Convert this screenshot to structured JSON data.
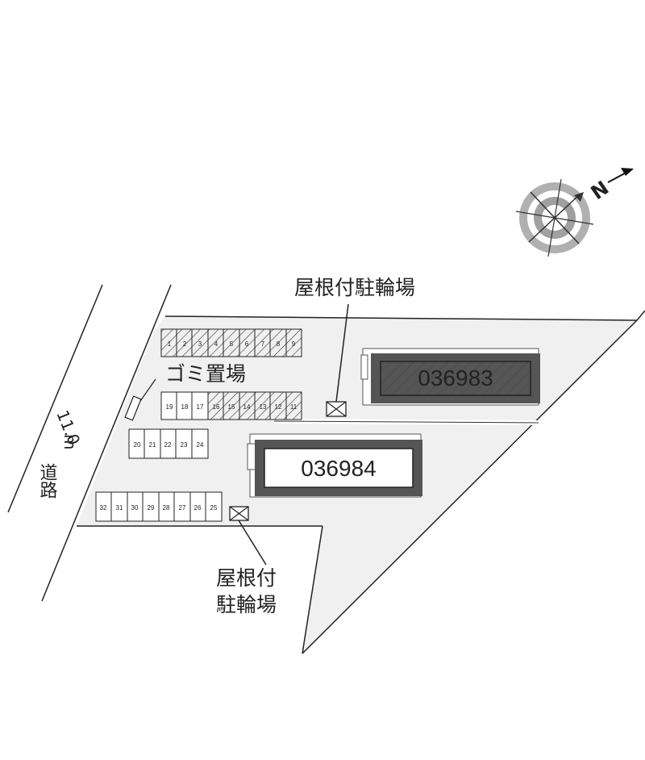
{
  "road": {
    "width_label": "11.0",
    "unit_label": "m",
    "road_label": "道路"
  },
  "compass": {
    "north_label": "N"
  },
  "labels": {
    "bike_parking_top": "屋根付駐輪場",
    "bike_parking_bottom_line1": "屋根付",
    "bike_parking_bottom_line2": "駐輪場",
    "garbage": "ゴミ置場"
  },
  "buildings": [
    {
      "id": "036983",
      "hatched": true
    },
    {
      "id": "036984",
      "hatched": false
    }
  ],
  "parking": {
    "row1": [
      "1",
      "2",
      "3",
      "4",
      "5",
      "6",
      "7",
      "8",
      "9"
    ],
    "row2": [
      "19",
      "18",
      "17",
      "16",
      "15",
      "14",
      "13",
      "12",
      "11"
    ],
    "row3": [
      "20",
      "21",
      "22",
      "23",
      "24"
    ],
    "row4": [
      "32",
      "31",
      "30",
      "29",
      "28",
      "27",
      "26",
      "25"
    ]
  },
  "colors": {
    "ground": "#f0f0f0",
    "line": "#222222",
    "building": "#555555"
  }
}
